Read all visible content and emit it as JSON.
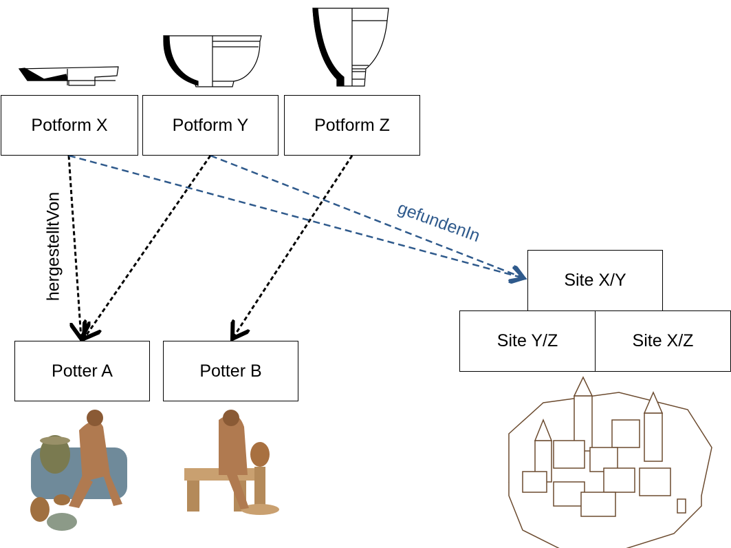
{
  "potforms": {
    "x": {
      "label": "Potform X",
      "icon": "plate-profile-icon"
    },
    "y": {
      "label": "Potform Y",
      "icon": "bowl-profile-icon"
    },
    "z": {
      "label": "Potform Z",
      "icon": "cup-profile-icon"
    }
  },
  "potters": {
    "a": {
      "label": "Potter A",
      "icon": "potter-figure-icon"
    },
    "b": {
      "label": "Potter B",
      "icon": "potter-wheel-figure-icon"
    }
  },
  "sites": {
    "xy": {
      "label": "Site X/Y"
    },
    "yz": {
      "label": "Site Y/Z"
    },
    "xz": {
      "label": "Site X/Z",
      "icon": "walled-town-icon"
    }
  },
  "relations": {
    "made_by": {
      "label": "hergestelltVon",
      "color": "#000000"
    },
    "found_in": {
      "label": "gefundenIn",
      "color": "#2f5a8c"
    }
  }
}
